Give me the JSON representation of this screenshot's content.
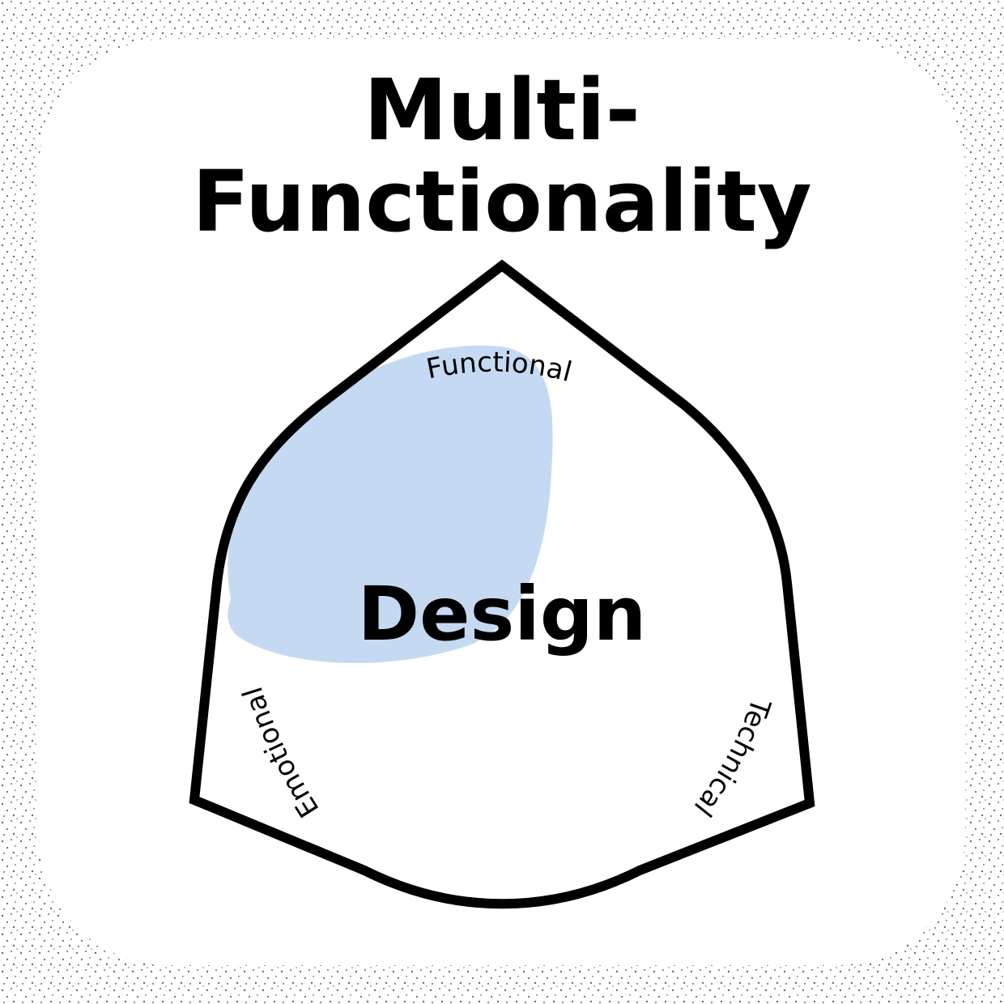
{
  "title": {
    "line1": "Multi-",
    "line2": "Functionality"
  },
  "diagram": {
    "center_label": "Design",
    "edges": {
      "top": "Functional",
      "left": "Emotional",
      "right": "Technical"
    },
    "highlighted_edge": "Functional"
  },
  "colors": {
    "outline": "#000000",
    "highlight": "#c5daf2",
    "background": "#ffffff",
    "speckle": "#6b6b6b"
  }
}
